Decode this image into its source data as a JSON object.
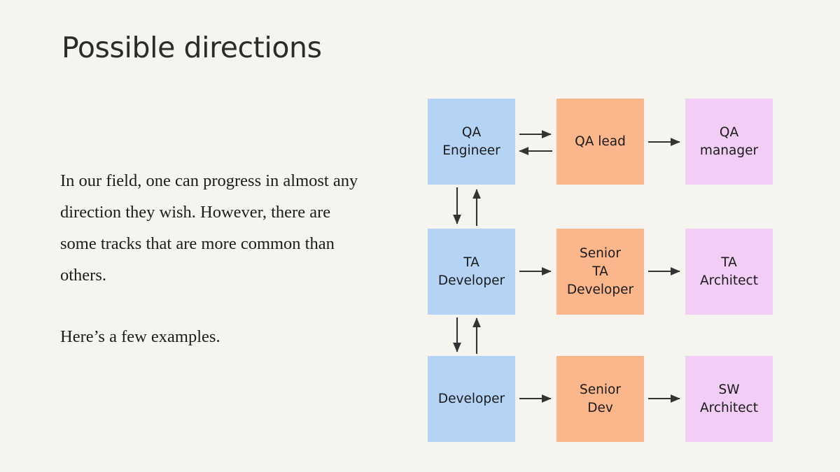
{
  "slide": {
    "background_color": "#f5f4ef",
    "title": "Possible directions",
    "body": {
      "paragraph_1": "In our field, one can progress in almost any direction they wish. However, there are some tracks that are more common than others.",
      "paragraph_2": "Here’s a few examples."
    }
  },
  "diagram": {
    "colors": {
      "blue": "#b4d3f5",
      "orange": "#fbb68c",
      "pink": "#f2cdf6",
      "arrow": "#333333",
      "text": "#1a1a1a"
    },
    "nodes": [
      {
        "id": "qa-engineer",
        "label": "QA\nEngineer",
        "color": "blue",
        "row": 1,
        "column": 1
      },
      {
        "id": "qa-lead",
        "label": "QA lead",
        "color": "orange",
        "row": 1,
        "column": 2
      },
      {
        "id": "qa-manager",
        "label": "QA\nmanager",
        "color": "pink",
        "row": 1,
        "column": 3
      },
      {
        "id": "ta-developer",
        "label": "TA\nDeveloper",
        "color": "blue",
        "row": 2,
        "column": 1
      },
      {
        "id": "senior-ta-developer",
        "label": "Senior\nTA\nDeveloper",
        "color": "orange",
        "row": 2,
        "column": 2
      },
      {
        "id": "ta-architect",
        "label": "TA\nArchitect",
        "color": "pink",
        "row": 2,
        "column": 3
      },
      {
        "id": "developer",
        "label": "Developer",
        "color": "blue",
        "row": 3,
        "column": 1
      },
      {
        "id": "senior-dev",
        "label": "Senior\nDev",
        "color": "orange",
        "row": 3,
        "column": 2
      },
      {
        "id": "sw-architect",
        "label": "SW\nArchitect",
        "color": "pink",
        "row": 3,
        "column": 3
      }
    ],
    "edges": [
      {
        "id": "qa-engineer-to-qa-lead",
        "from": "qa-engineer",
        "to": "qa-lead",
        "direction": "right"
      },
      {
        "id": "qa-lead-to-qa-engineer",
        "from": "qa-lead",
        "to": "qa-engineer",
        "direction": "left"
      },
      {
        "id": "qa-lead-to-qa-manager",
        "from": "qa-lead",
        "to": "qa-manager",
        "direction": "right"
      },
      {
        "id": "ta-developer-to-senior-ta-developer",
        "from": "ta-developer",
        "to": "senior-ta-developer",
        "direction": "right"
      },
      {
        "id": "senior-ta-developer-to-ta-architect",
        "from": "senior-ta-developer",
        "to": "ta-architect",
        "direction": "right"
      },
      {
        "id": "developer-to-senior-dev",
        "from": "developer",
        "to": "senior-dev",
        "direction": "right"
      },
      {
        "id": "senior-dev-to-sw-architect",
        "from": "senior-dev",
        "to": "sw-architect",
        "direction": "right"
      },
      {
        "id": "qa-engineer-to-ta-developer",
        "from": "qa-engineer",
        "to": "ta-developer",
        "direction": "down"
      },
      {
        "id": "ta-developer-to-qa-engineer",
        "from": "ta-developer",
        "to": "qa-engineer",
        "direction": "up"
      },
      {
        "id": "ta-developer-to-developer",
        "from": "ta-developer",
        "to": "developer",
        "direction": "down"
      },
      {
        "id": "developer-to-ta-developer",
        "from": "developer",
        "to": "ta-developer",
        "direction": "up"
      }
    ]
  }
}
